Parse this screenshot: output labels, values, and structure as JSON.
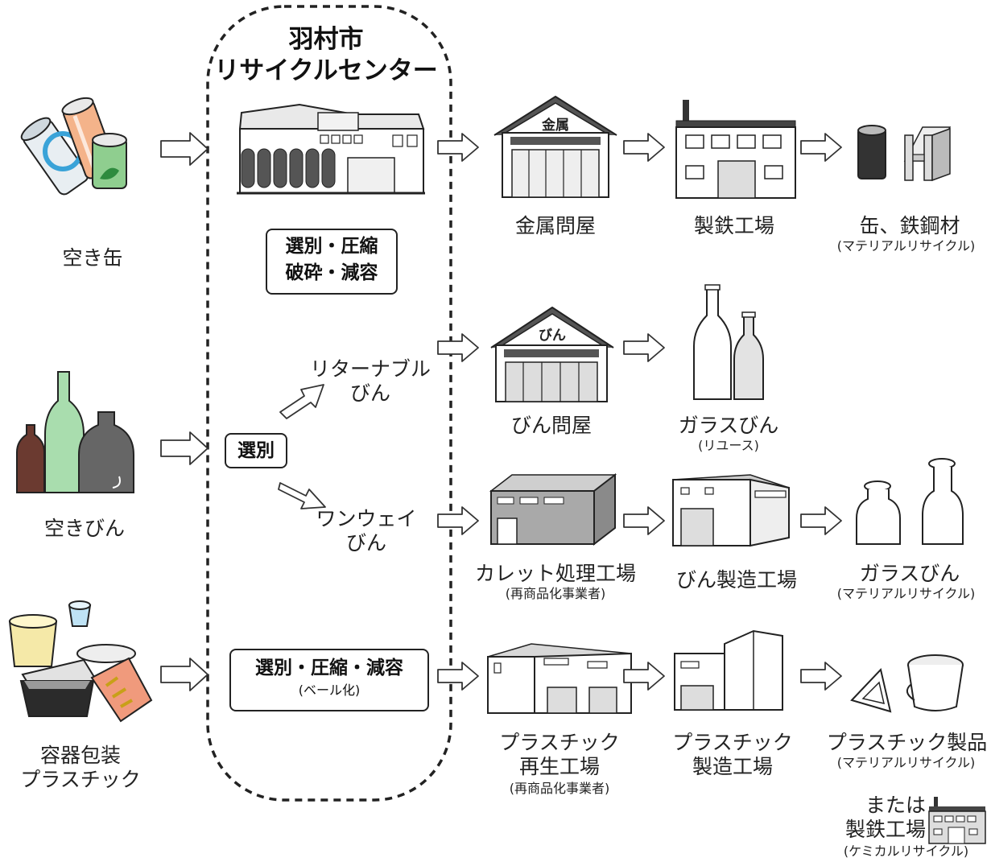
{
  "center": {
    "title_line1": "羽村市",
    "title_line2": "リサイクルセンター",
    "process_cans_line1": "選別・圧縮",
    "process_cans_line2": "破砕・減容",
    "process_bottles": "選別",
    "process_plastic": "選別・圧縮・減容",
    "process_plastic_sub": "(ベール化)"
  },
  "sources": {
    "cans": "空き缶",
    "bottles": "空きびん",
    "plastic_line1": "容器包装",
    "plastic_line2": "プラスチック"
  },
  "cans_flow": {
    "warehouse_sign": "金属",
    "warehouse": "金属問屋",
    "steel_mill": "製鉄工場",
    "product": "缶、鉄鋼材",
    "product_note": "(マテリアルリサイクル)"
  },
  "returnable_flow": {
    "branch_line1": "リターナブル",
    "branch_line2": "びん",
    "warehouse_sign": "びん",
    "warehouse": "びん問屋",
    "product": "ガラスびん",
    "product_note": "(リユース)"
  },
  "oneway_flow": {
    "branch_line1": "ワンウェイ",
    "branch_line2": "びん",
    "cullet_plant": "カレット処理工場",
    "cullet_note": "(再商品化事業者)",
    "bottle_plant": "びん製造工場",
    "product": "ガラスびん",
    "product_note": "(マテリアルリサイクル)"
  },
  "plastic_flow": {
    "recycle_plant_line1": "プラスチック",
    "recycle_plant_line2": "再生工場",
    "recycle_plant_note": "(再商品化事業者)",
    "mfg_plant_line1": "プラスチック",
    "mfg_plant_line2": "製造工場",
    "product": "プラスチック製品",
    "product_note": "(マテリアルリサイクル)",
    "alt_line1": "または",
    "alt_line2": "製鉄工場",
    "alt_note": "(ケミカルリサイクル)"
  }
}
